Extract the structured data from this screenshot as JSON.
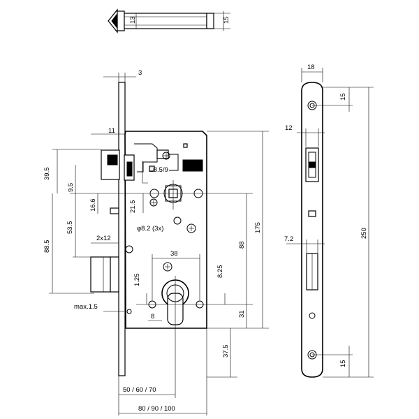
{
  "dimensions": {
    "top_13": "13",
    "top_15": "15",
    "d_3": "3",
    "d_11": "11",
    "d_39_5": "39.5",
    "d_9_5": "9.5",
    "d_8_5_9": "□8.5/9",
    "d_16_6": "16.6",
    "d_21_5": "21.5",
    "d_53_5": "53.5",
    "d_phi_8_2": "φ8.2 (3x)",
    "d_88_5": "88.5",
    "d_2x12": "2x12",
    "d_38": "38",
    "d_88": "88",
    "d_175": "175",
    "d_1_25": "1.25",
    "d_8_25": "8.25",
    "d_max_1_5": "max.1.5",
    "d_8": "8",
    "d_31": "31",
    "d_37_5": "37.5",
    "d_50_60_70": "50 / 60 / 70",
    "d_80_90_100": "80 / 90 / 100",
    "side_18": "18",
    "side_15_top": "15",
    "side_12": "12",
    "side_250": "250",
    "side_7_2": "7.2",
    "side_15_bottom": "15"
  }
}
